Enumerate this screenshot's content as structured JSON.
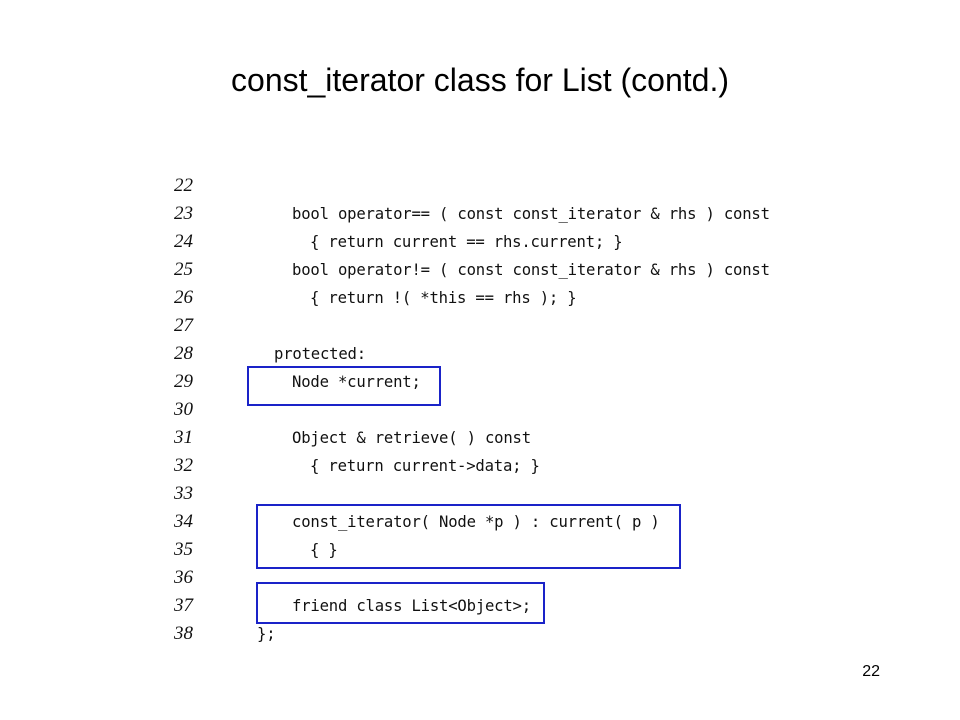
{
  "slide": {
    "title": "const_iterator class for List (contd.)",
    "page_number": "22",
    "highlight_color": "#1a23c8"
  },
  "code": {
    "lines": [
      {
        "num": "22",
        "text": ""
      },
      {
        "num": "23",
        "text": "bool operator== ( const const_iterator & rhs ) const"
      },
      {
        "num": "24",
        "text": "{ return current == rhs.current; }"
      },
      {
        "num": "25",
        "text": "bool operator!= ( const const_iterator & rhs ) const"
      },
      {
        "num": "26",
        "text": "{ return !( *this == rhs ); }"
      },
      {
        "num": "27",
        "text": ""
      },
      {
        "num": "28",
        "text": "protected:"
      },
      {
        "num": "29",
        "text": "Node *current;"
      },
      {
        "num": "30",
        "text": ""
      },
      {
        "num": "31",
        "text": "Object & retrieve( ) const"
      },
      {
        "num": "32",
        "text": "{ return current->data; }"
      },
      {
        "num": "33",
        "text": ""
      },
      {
        "num": "34",
        "text": "const_iterator( Node *p ) : current( p )"
      },
      {
        "num": "35",
        "text": "{ }"
      },
      {
        "num": "36",
        "text": ""
      },
      {
        "num": "37",
        "text": "friend class List<Object>;"
      },
      {
        "num": "38",
        "text": "};"
      }
    ]
  }
}
